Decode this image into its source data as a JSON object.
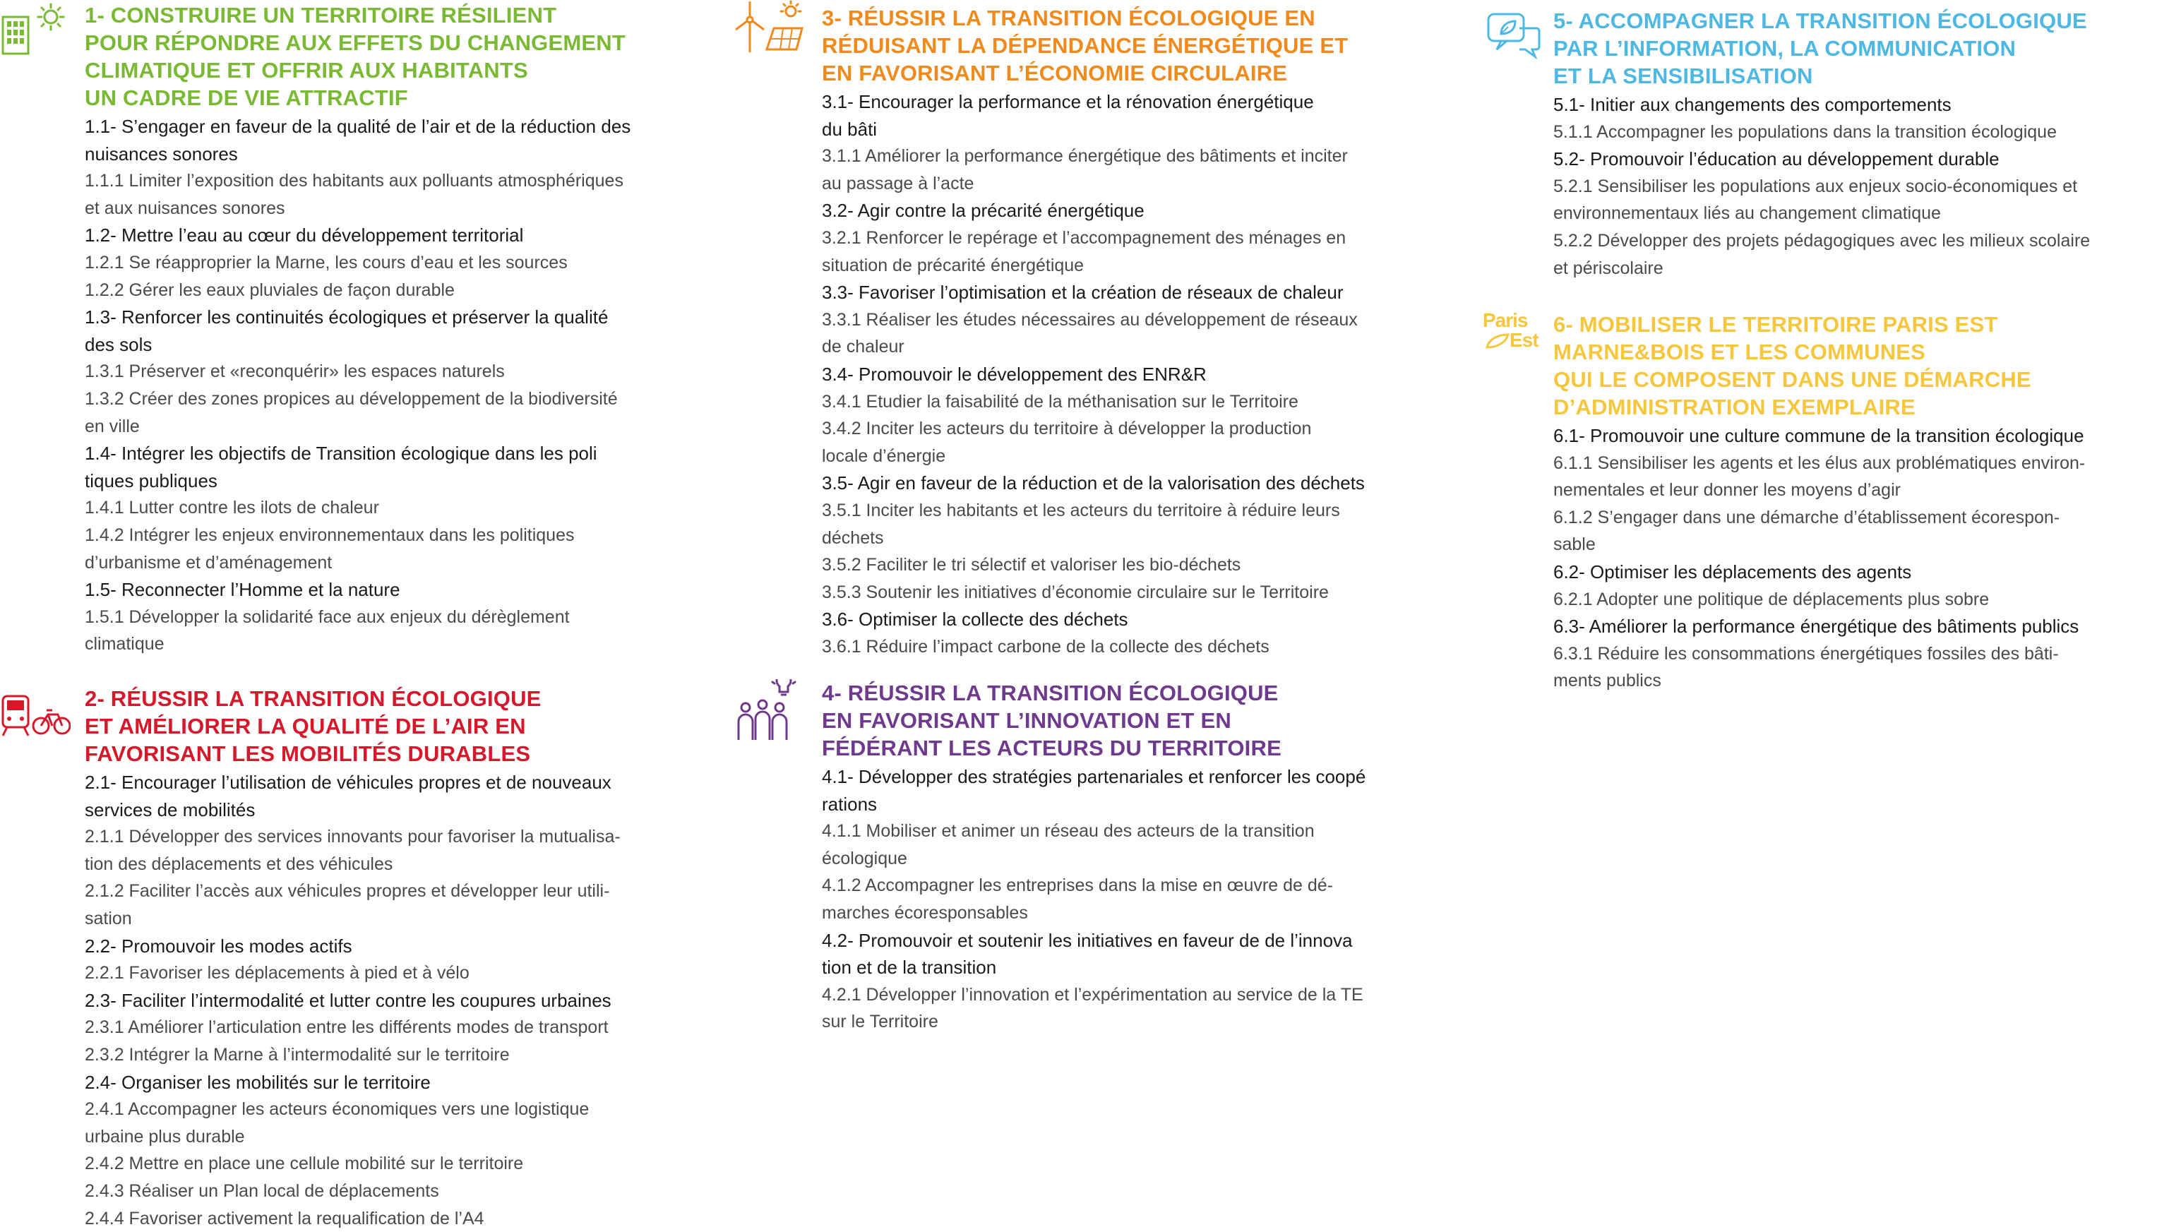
{
  "colors": {
    "s1": "#7ab934",
    "s2": "#d6182a",
    "s3": "#f08a1c",
    "s4": "#6f3a8e",
    "s5": "#4db8e3",
    "s6": "#f6c63d"
  },
  "sections": {
    "s1": {
      "icon": "green-building-sun-icon",
      "title": [
        "1- CONSTRUIRE UN TERRITOIRE RÉSILIENT",
        "POUR RÉPONDRE AUX EFFETS DU CHANGEMENT",
        "CLIMATIQUE ET OFFRIR AUX HABITANTS",
        "UN CADRE DE VIE ATTRACTIF"
      ],
      "items": [
        {
          "level": 2,
          "lines": [
            "1.1- S’engager en faveur de la qualité de l’air et de la réduction des",
            "nuisances sonores"
          ]
        },
        {
          "level": 3,
          "lines": [
            "1.1.1 Limiter l’exposition des habitants aux polluants atmosphériques",
            "et aux nuisances sonores"
          ]
        },
        {
          "level": 2,
          "lines": [
            "1.2- Mettre l’eau au cœur du développement territorial"
          ]
        },
        {
          "level": 3,
          "lines": [
            "1.2.1 Se réapproprier la Marne, les cours d’eau et les sources"
          ]
        },
        {
          "level": 3,
          "lines": [
            "1.2.2 Gérer les eaux pluviales de façon durable"
          ]
        },
        {
          "level": 2,
          "lines": [
            "1.3- Renforcer les continuités écologiques et préserver la qualité",
            "des sols"
          ]
        },
        {
          "level": 3,
          "lines": [
            "1.3.1 Préserver et «reconquérir» les espaces naturels"
          ]
        },
        {
          "level": 3,
          "lines": [
            "1.3.2 Créer des zones propices au développement de la biodiversité",
            "en ville"
          ]
        },
        {
          "level": 2,
          "lines": [
            "1.4- Intégrer les objectifs de Transition écologique dans les poli",
            "tiques publiques"
          ]
        },
        {
          "level": 3,
          "lines": [
            "1.4.1 Lutter contre les ilots de chaleur"
          ]
        },
        {
          "level": 3,
          "lines": [
            "1.4.2 Intégrer les enjeux environnementaux dans les politiques",
            "d’urbanisme et d’aménagement"
          ]
        },
        {
          "level": 2,
          "lines": [
            "1.5- Reconnecter l’Homme et la nature"
          ]
        },
        {
          "level": 3,
          "lines": [
            "1.5.1 Développer la solidarité face aux enjeux du dérèglement",
            "climatique"
          ]
        }
      ]
    },
    "s2": {
      "icon": "train-bike-icon",
      "title": [
        "2- RÉUSSIR LA TRANSITION ÉCOLOGIQUE",
        "ET AMÉLIORER LA QUALITÉ DE L’AIR EN",
        "FAVORISANT LES MOBILITÉS DURABLES"
      ],
      "items": [
        {
          "level": 2,
          "lines": [
            "2.1- Encourager l’utilisation de véhicules propres et de nouveaux",
            "services de mobilités"
          ]
        },
        {
          "level": 3,
          "lines": [
            "2.1.1 Développer des services innovants pour favoriser la mutualisa-",
            "tion des déplacements et des véhicules"
          ]
        },
        {
          "level": 3,
          "lines": [
            "2.1.2 Faciliter l’accès aux véhicules propres et développer leur utili-",
            "sation"
          ]
        },
        {
          "level": 2,
          "lines": [
            "2.2- Promouvoir les modes actifs"
          ]
        },
        {
          "level": 3,
          "lines": [
            "2.2.1 Favoriser les déplacements à pied et à vélo"
          ]
        },
        {
          "level": 2,
          "lines": [
            "2.3- Faciliter l’intermodalité et lutter contre les coupures urbaines"
          ]
        },
        {
          "level": 3,
          "lines": [
            "2.3.1 Améliorer l’articulation entre les différents modes de transport"
          ]
        },
        {
          "level": 3,
          "lines": [
            "2.3.2 Intégrer la Marne à l’intermodalité sur le territoire"
          ]
        },
        {
          "level": 2,
          "lines": [
            "2.4- Organiser les mobilités sur le territoire"
          ]
        },
        {
          "level": 3,
          "lines": [
            "2.4.1 Accompagner les acteurs économiques vers une logistique",
            "urbaine plus durable"
          ]
        },
        {
          "level": 3,
          "lines": [
            "2.4.2 Mettre en place une cellule mobilité sur le territoire"
          ]
        },
        {
          "level": 3,
          "lines": [
            "2.4.3 Réaliser un Plan local de déplacements"
          ]
        },
        {
          "level": 3,
          "lines": [
            "2.4.4 Favoriser activement la requalification de l’A4"
          ]
        }
      ]
    },
    "s3": {
      "icon": "wind-solar-icon",
      "title": [
        "3- RÉUSSIR LA TRANSITION ÉCOLOGIQUE EN",
        "RÉDUISANT LA DÉPENDANCE ÉNERGÉTIQUE ET",
        "EN FAVORISANT L’ÉCONOMIE CIRCULAIRE"
      ],
      "items": [
        {
          "level": 2,
          "lines": [
            "3.1- Encourager la performance et la rénovation énergétique",
            "du bâti"
          ]
        },
        {
          "level": 3,
          "lines": [
            "3.1.1 Améliorer la performance énergétique des bâtiments et inciter",
            "au passage à l’acte"
          ]
        },
        {
          "level": 2,
          "lines": [
            "3.2- Agir contre la précarité énergétique"
          ]
        },
        {
          "level": 3,
          "lines": [
            "3.2.1 Renforcer le repérage et l’accompagnement des ménages en",
            "situation de précarité énergétique"
          ]
        },
        {
          "level": 2,
          "lines": [
            "3.3- Favoriser l’optimisation et la création de réseaux de chaleur"
          ]
        },
        {
          "level": 3,
          "lines": [
            "3.3.1 Réaliser les études nécessaires au développement de réseaux",
            "de chaleur"
          ]
        },
        {
          "level": 2,
          "lines": [
            "3.4- Promouvoir le développement des ENR&R"
          ]
        },
        {
          "level": 3,
          "lines": [
            "3.4.1 Etudier la faisabilité de la méthanisation sur le Territoire"
          ]
        },
        {
          "level": 3,
          "lines": [
            "3.4.2 Inciter les acteurs du territoire à développer la production",
            "locale d’énergie"
          ]
        },
        {
          "level": 2,
          "lines": [
            "3.5- Agir en faveur de la réduction et de la valorisation des déchets"
          ]
        },
        {
          "level": 3,
          "lines": [
            "3.5.1 Inciter les habitants et les acteurs du territoire à réduire leurs",
            "déchets"
          ]
        },
        {
          "level": 3,
          "lines": [
            "3.5.2 Faciliter le tri sélectif et valoriser les bio-déchets"
          ]
        },
        {
          "level": 3,
          "lines": [
            "3.5.3 Soutenir les initiatives d’économie circulaire sur le Territoire"
          ]
        },
        {
          "level": 2,
          "lines": [
            "3.6- Optimiser la collecte des déchets"
          ]
        },
        {
          "level": 3,
          "lines": [
            "3.6.1 Réduire l’impact carbone de la collecte des déchets"
          ]
        }
      ]
    },
    "s4": {
      "icon": "people-lightbulb-icon",
      "title": [
        "4- RÉUSSIR LA TRANSITION ÉCOLOGIQUE",
        "EN FAVORISANT L’INNOVATION ET EN",
        "FÉDÉRANT LES ACTEURS DU TERRITOIRE"
      ],
      "items": [
        {
          "level": 2,
          "lines": [
            "4.1- Développer des stratégies partenariales et renforcer les coopé",
            "rations"
          ]
        },
        {
          "level": 3,
          "lines": [
            "4.1.1 Mobiliser et animer un réseau des acteurs de la transition",
            "écologique"
          ]
        },
        {
          "level": 3,
          "lines": [
            "4.1.2 Accompagner les entreprises dans la mise en œuvre de dé-",
            "marches écoresponsables"
          ]
        },
        {
          "level": 2,
          "lines": [
            "4.2- Promouvoir et soutenir les initiatives en faveur de de l’innova",
            "tion et de la transition"
          ]
        },
        {
          "level": 3,
          "lines": [
            "4.2.1 Développer l’innovation et l’expérimentation au service de la TE",
            "sur le Territoire"
          ]
        }
      ]
    },
    "s5": {
      "icon": "speech-bubble-leaf-icon",
      "title": [
        "5- ACCOMPAGNER LA TRANSITION ÉCOLOGIQUE",
        "PAR L’INFORMATION, LA COMMUNICATION",
        "ET LA SENSIBILISATION"
      ],
      "items": [
        {
          "level": 2,
          "lines": [
            "5.1- Initier aux changements des comportements"
          ]
        },
        {
          "level": 3,
          "lines": [
            "5.1.1 Accompagner les populations dans la transition écologique"
          ]
        },
        {
          "level": 2,
          "lines": [
            "5.2- Promouvoir l’éducation au développement durable"
          ]
        },
        {
          "level": 3,
          "lines": [
            "5.2.1 Sensibiliser les populations aux enjeux socio-économiques et",
            "environnementaux liés au changement climatique"
          ]
        },
        {
          "level": 3,
          "lines": [
            "5.2.2 Développer des projets pédagogiques avec les milieux scolaire",
            "et périscolaire"
          ]
        }
      ]
    },
    "s6": {
      "icon": "paris-est-logo-icon",
      "logo": [
        "Paris",
        "Est"
      ],
      "title": [
        "6- MOBILISER LE TERRITOIRE PARIS EST",
        "MARNE&BOIS ET LES COMMUNES",
        "QUI LE COMPOSENT DANS UNE DÉMARCHE",
        "D’ADMINISTRATION EXEMPLAIRE"
      ],
      "items": [
        {
          "level": 2,
          "lines": [
            "6.1- Promouvoir une culture commune de la transition écologique"
          ]
        },
        {
          "level": 3,
          "lines": [
            "6.1.1 Sensibiliser les agents et les élus aux problématiques environ-",
            "nementales et leur donner les moyens d’agir"
          ]
        },
        {
          "level": 3,
          "lines": [
            "6.1.2 S’engager dans une démarche d’établissement écorespon-",
            "sable"
          ]
        },
        {
          "level": 2,
          "lines": [
            "6.2- Optimiser les déplacements des agents"
          ]
        },
        {
          "level": 3,
          "lines": [
            "6.2.1 Adopter une politique de déplacements plus sobre"
          ]
        },
        {
          "level": 2,
          "lines": [
            "6.3- Améliorer la performance énergétique des bâtiments publics"
          ]
        },
        {
          "level": 3,
          "lines": [
            "6.3.1 Réduire les consommations énergétiques fossiles des bâti-",
            "ments publics"
          ]
        }
      ]
    }
  }
}
